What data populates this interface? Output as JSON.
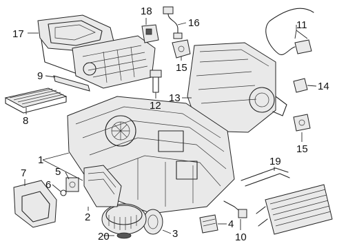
{
  "callouts": [
    {
      "id": "c1",
      "number": "1"
    },
    {
      "id": "c2",
      "number": "2"
    },
    {
      "id": "c3",
      "number": "3"
    },
    {
      "id": "c4",
      "number": "4"
    },
    {
      "id": "c5",
      "number": "5"
    },
    {
      "id": "c6",
      "number": "6"
    },
    {
      "id": "c7",
      "number": "7"
    },
    {
      "id": "c8",
      "number": "8"
    },
    {
      "id": "c9",
      "number": "9"
    },
    {
      "id": "c10",
      "number": "10"
    },
    {
      "id": "c11",
      "number": "11"
    },
    {
      "id": "c12",
      "number": "12"
    },
    {
      "id": "c13",
      "number": "13"
    },
    {
      "id": "c14",
      "number": "14"
    },
    {
      "id": "c15a",
      "number": "15"
    },
    {
      "id": "c15b",
      "number": "15"
    },
    {
      "id": "c16",
      "number": "16"
    },
    {
      "id": "c17",
      "number": "17"
    },
    {
      "id": "c18",
      "number": "18"
    },
    {
      "id": "c19",
      "number": "19"
    },
    {
      "id": "c20",
      "number": "20"
    }
  ]
}
